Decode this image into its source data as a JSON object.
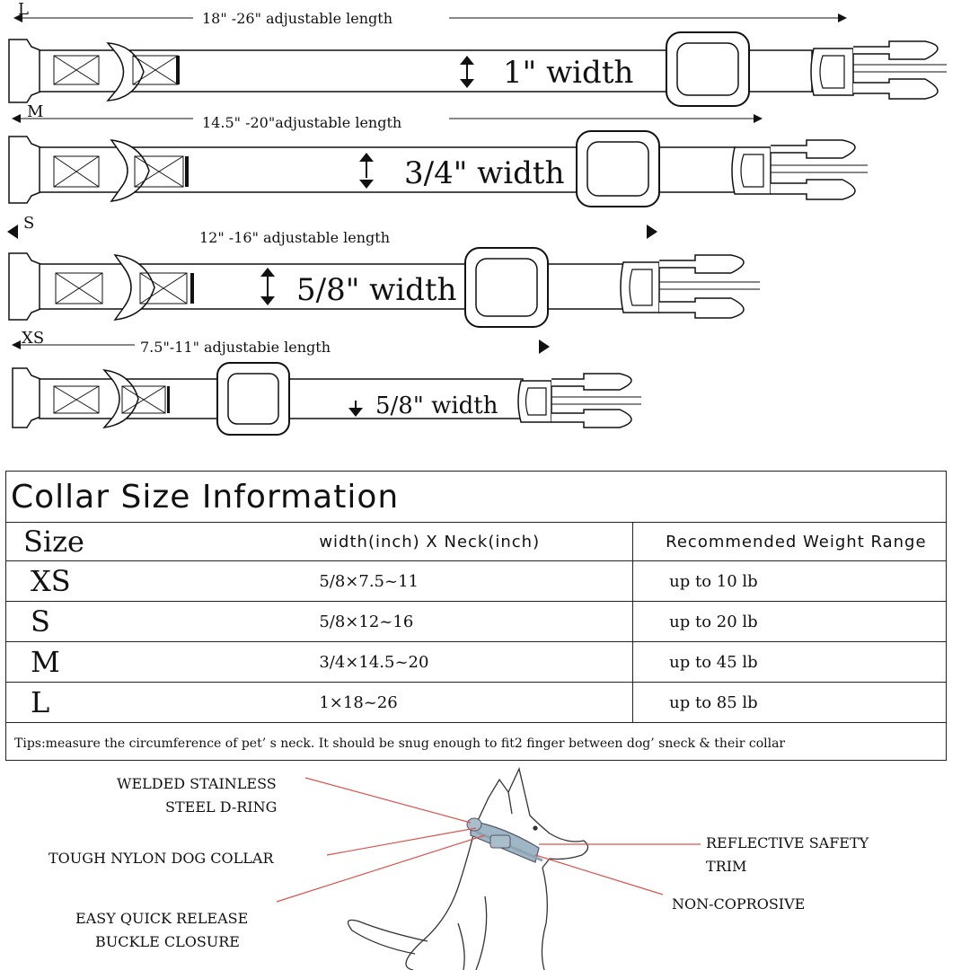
{
  "collars": [
    {
      "size": "L",
      "length_label": "18\"  -26\"  adjustable length",
      "width_label": "1\"  width"
    },
    {
      "size": "M",
      "length_label": "14.5\"  -20\"adjustable length",
      "width_label": "3/4\"  width"
    },
    {
      "size": "S",
      "length_label": "12\"  -16\"  adjustable length",
      "width_label": "5/8\"  width"
    },
    {
      "size": "XS",
      "length_label": "7.5\"-11\" adjustabie length",
      "width_label": "5/8\"  width"
    }
  ],
  "table": {
    "title": "Collar  Size  Information",
    "headers": [
      "Size",
      "width(inch)  X  Neck(inch)",
      "Recommended  Weight  Range"
    ],
    "rows": [
      {
        "size": "XS",
        "dims": "5/8×7.5~11",
        "weight": "up  to  10  lb"
      },
      {
        "size": "S",
        "dims": "5/8×12~16",
        "weight": "up  to  20 lb"
      },
      {
        "size": "M",
        "dims": "3/4×14.5~20",
        "weight": "up  to 45  lb"
      },
      {
        "size": "L",
        "dims": "1×18~26",
        "weight": "up  to  85 lb"
      }
    ],
    "tips": "Tips:measure the circumference of pet’  s neck. It should be snug enough to fit2 finger between dog’  sneck & their collar"
  },
  "callouts": {
    "dring_line1": "WELDED STAINLESS",
    "dring_line2": "STEEL D-RING",
    "nylon": "TOUGH NYLON DOG COLLAR",
    "buckle_line1": "EASY QUICK RELEASE",
    "buckle_line2": "BUCKLE CLOSURE",
    "reflective_line1": "REFLECTIVE SAFETY",
    "reflective_line2": "TRIM",
    "noncorrosive": "NON-COPROSIVE"
  },
  "colors": {
    "leader_line": "#d9534f",
    "collar_fill": "#9fb6c6",
    "outline": "#222222"
  }
}
